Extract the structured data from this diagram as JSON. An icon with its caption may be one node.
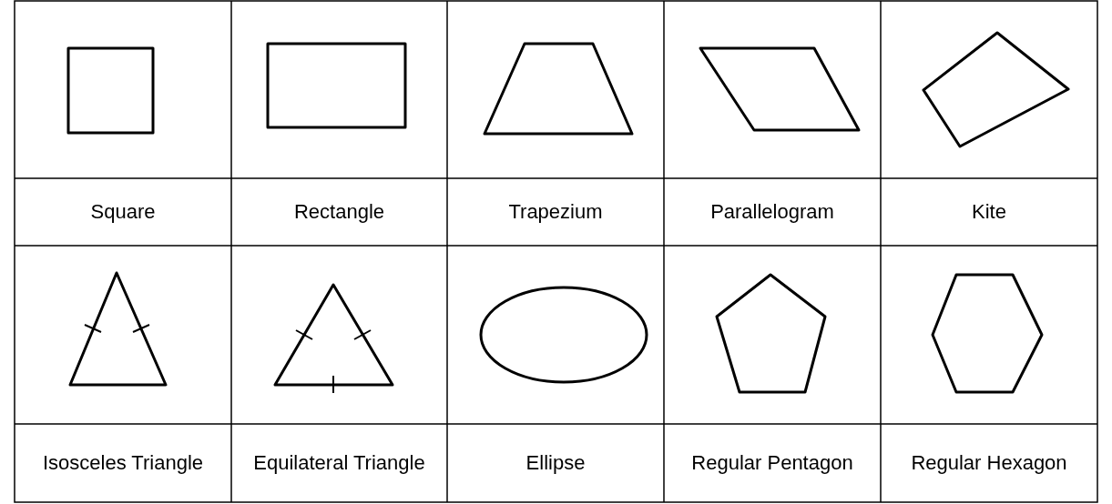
{
  "diagram": {
    "labels": [
      "Square",
      "Rectangle",
      "Trapezium",
      "Parallelogram",
      "Kite",
      "Isosceles Triangle",
      "Equilateral Triangle",
      "Ellipse",
      "Regular Pentagon",
      "Regular Hexagon"
    ]
  }
}
